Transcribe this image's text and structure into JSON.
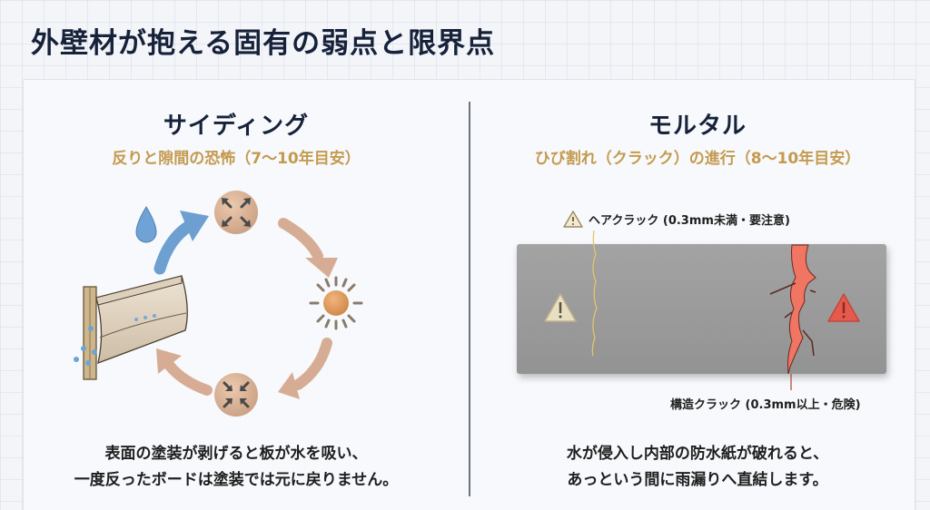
{
  "page": {
    "title": "外壁材が抱える固有の弱点と限界点"
  },
  "siding": {
    "title": "サイディング",
    "subtitle": "反りと隙間の恐怖（7〜10年目安）",
    "cycle": {
      "steps": [
        {
          "icon": "water-drop-icon",
          "meaning": "吸水"
        },
        {
          "icon": "expand-arrows-icon",
          "meaning": "膨張"
        },
        {
          "icon": "sun-icon",
          "meaning": "乾燥"
        },
        {
          "icon": "compress-arrows-icon",
          "meaning": "収縮"
        },
        {
          "icon": "warped-siding-board",
          "meaning": "反り"
        }
      ]
    },
    "description": {
      "line1": "表面の塗装が剥げると板が水を吸い、",
      "line2": "一度反ったボードは塗装では元に戻りません。"
    }
  },
  "mortar": {
    "title": "モルタル",
    "subtitle": "ひび割れ（クラック）の進行（8〜10年目安）",
    "hair_crack_label": "ヘアクラック (0.3mm未満・要注意)",
    "structural_crack_label": "構造クラック (0.3mm以上・危険)",
    "description": {
      "line1": "水が侵入し内部の防水紙が破れると、",
      "line2": "あっという間に雨漏りへ直結します。"
    }
  },
  "colors": {
    "title": "#16213a",
    "subtitle_gold": "#c49a4e",
    "cycle_tan": "#d9b49a",
    "water_blue": "#6a9fd0",
    "mortar_gray": "#9a9a9a",
    "hair_crack_yellow": "#e2c56a",
    "structural_crack_red": "#f07563",
    "warning_beige": "#e6dcb8",
    "warning_red": "#e55a4c"
  }
}
